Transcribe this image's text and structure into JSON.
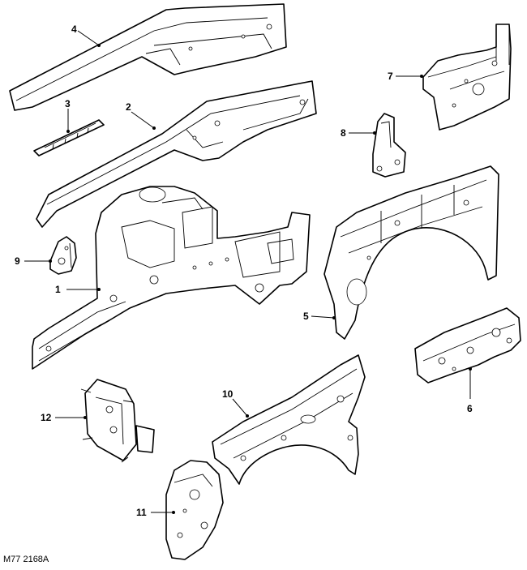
{
  "callouts": {
    "c1": "1",
    "c2": "2",
    "c3": "3",
    "c4": "4",
    "c5": "5",
    "c6": "6",
    "c7": "7",
    "c8": "8",
    "c9": "9",
    "c10": "10",
    "c11": "11",
    "c12": "12"
  },
  "reference": "M77 2168A",
  "colors": {
    "ink": "#000000",
    "paper": "#ffffff"
  }
}
